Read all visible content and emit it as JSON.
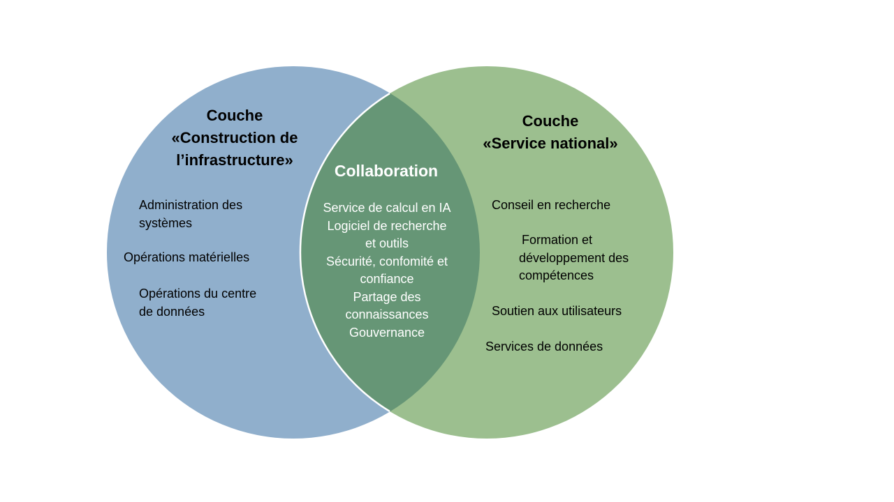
{
  "colors": {
    "left_circle": "#90AFCC",
    "right_circle": "#9CBF8F",
    "overlap": "#669676",
    "outline": "#FFFFFF"
  },
  "left": {
    "title_lines": [
      "Couche",
      "«Construction de",
      "l’infrastructure»"
    ],
    "items": [
      {
        "lines": [
          "Administration des",
          "systèmes"
        ]
      },
      {
        "lines": [
          "Opérations matérielles"
        ]
      },
      {
        "lines": [
          "Opérations du centre",
          "de données"
        ]
      }
    ]
  },
  "center": {
    "title": "Collaboration",
    "lines": [
      "Service de calcul en IA",
      "Logiciel de recherche",
      "et outils",
      "Sécurité, confomité et",
      "confiance",
      "Partage des",
      "connaissances",
      "Gouvernance"
    ]
  },
  "right": {
    "title_lines": [
      "Couche",
      "«Service national»"
    ],
    "items": [
      {
        "lines": [
          "Conseil en recherche"
        ]
      },
      {
        "lines": [
          "Formation et",
          "développement des",
          "compétences"
        ]
      },
      {
        "lines": [
          "Soutien aux utilisateurs"
        ]
      },
      {
        "lines": [
          "Services de données"
        ]
      }
    ]
  }
}
